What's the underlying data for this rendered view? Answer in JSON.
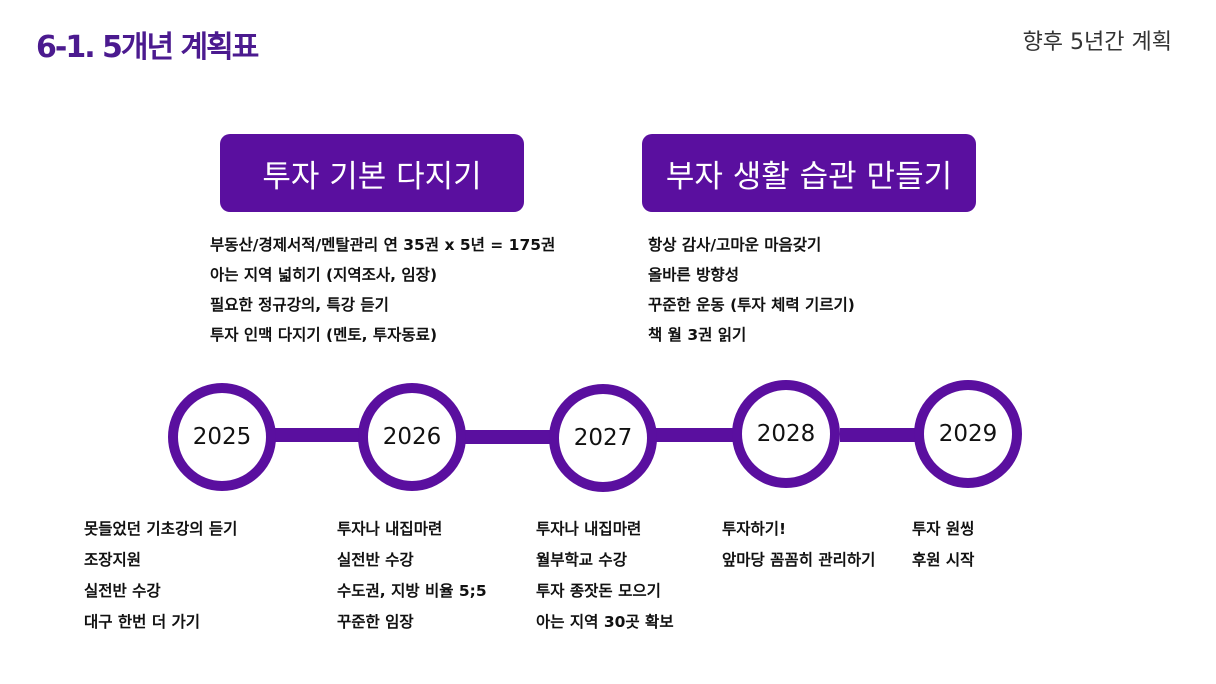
{
  "header": {
    "title": "6-1. 5개년 계획표",
    "subtitle": "향후 5년간 계획"
  },
  "themes": [
    {
      "label": "투자 기본 다지기",
      "items": [
        "부동산/경제서적/멘탈관리 연 35권 x 5년 = 175권",
        "아는 지역 넓히기 (지역조사, 임장)",
        "필요한 정규강의, 특강 듣기",
        "투자 인맥 다지기 (멘토, 투자동료)"
      ]
    },
    {
      "label": "부자 생활 습관 만들기",
      "items": [
        "항상 감사/고마운 마음갖기",
        "올바른 방향성",
        "꾸준한 운동 (투자 체력 기르기)",
        "책 월 3권 읽기"
      ]
    }
  ],
  "timeline": [
    {
      "year": "2025",
      "items": [
        "못들었던 기초강의 듣기",
        "조장지원",
        "실전반 수강",
        "대구 한번 더 가기"
      ]
    },
    {
      "year": "2026",
      "items": [
        "투자나 내집마련",
        "실전반 수강",
        "수도권, 지방 비율 5;5",
        "꾸준한 임장"
      ]
    },
    {
      "year": "2027",
      "items": [
        "투자나 내집마련",
        "월부학교 수강",
        "투자 종잣돈 모으기",
        "아는 지역 30곳 확보"
      ]
    },
    {
      "year": "2028",
      "items": [
        "투자하기!",
        "앞마당 꼼꼼히 관리하기"
      ]
    },
    {
      "year": "2029",
      "items": [
        "투자 원씽",
        "후원 시작"
      ]
    }
  ],
  "colors": {
    "accent": "#5a0f9f",
    "title": "#4b1a8f"
  }
}
